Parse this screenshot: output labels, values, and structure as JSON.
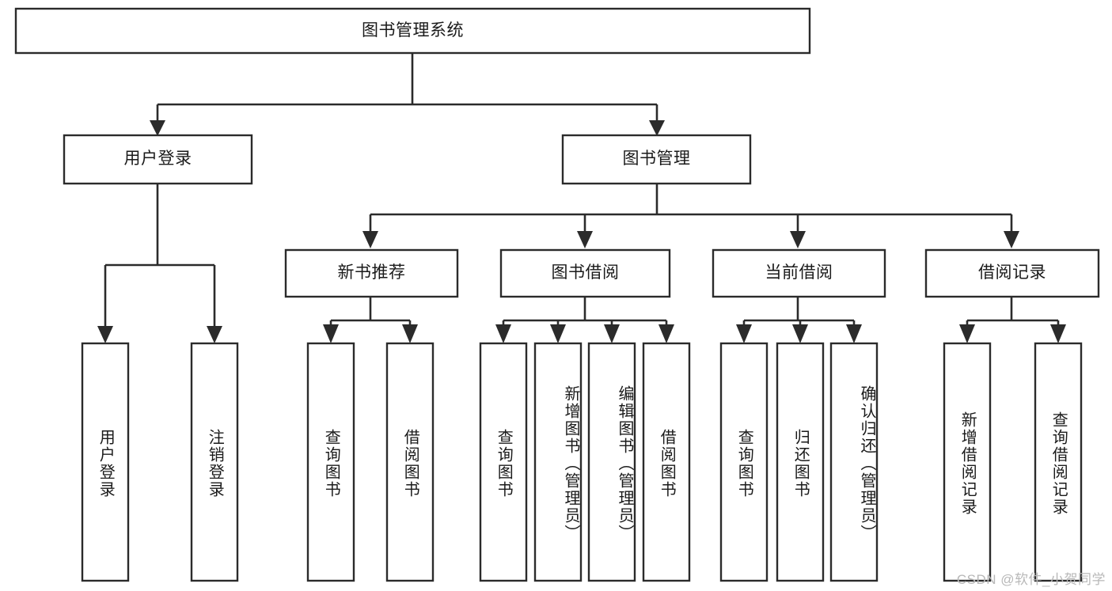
{
  "diagram": {
    "title": "图书管理系统",
    "type": "tree-hierarchy",
    "watermark": "CSDN @软件_小贺同学",
    "colors": {
      "box_stroke": "#2b2b2b",
      "box_fill": "#ffffff",
      "text": "#1a1a1a",
      "background": "#ffffff",
      "watermark": "#b8b8b8"
    },
    "levels": {
      "root": {
        "label": "图书管理系统"
      },
      "level2": [
        {
          "label": "用户登录"
        },
        {
          "label": "图书管理"
        }
      ],
      "level3": [
        {
          "label": "新书推荐"
        },
        {
          "label": "图书借阅"
        },
        {
          "label": "当前借阅"
        },
        {
          "label": "借阅记录"
        }
      ],
      "leaves": {
        "user_login": [
          {
            "label": "用户登录"
          },
          {
            "label": "注销登录"
          }
        ],
        "new_book_recommend": [
          {
            "label": "查询图书"
          },
          {
            "label": "借阅图书"
          }
        ],
        "book_borrow": [
          {
            "label": "查询图书"
          },
          {
            "label": "新增图书（管理员）"
          },
          {
            "label": "编辑图书（管理员）"
          },
          {
            "label": "借阅图书"
          }
        ],
        "current_borrow": [
          {
            "label": "查询图书"
          },
          {
            "label": "归还图书"
          },
          {
            "label": "确认归还（管理员）"
          }
        ],
        "borrow_record": [
          {
            "label": "新增借阅记录"
          },
          {
            "label": "查询借阅记录"
          }
        ]
      }
    }
  }
}
